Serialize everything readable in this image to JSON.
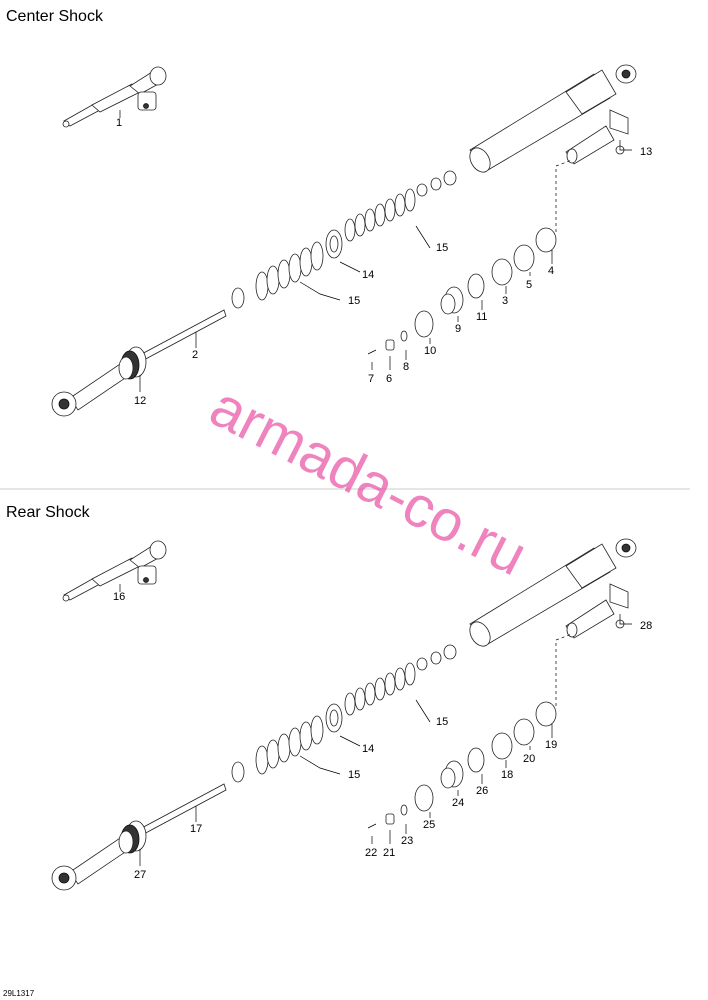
{
  "sections": [
    {
      "title": "Center Shock",
      "callouts": {
        "cartridge": "1",
        "shaft": "2",
        "bumper_cap": "3",
        "seal_disc": "4",
        "oring_large": "5",
        "nut": "6",
        "pin": "7",
        "washer_small": "8",
        "piston": "9",
        "oring_piston": "10",
        "disc_piston": "11",
        "bushing_ring": "12",
        "valve_cap": "13",
        "spring_seat": "14",
        "spring_upper": "15",
        "spring_lower": "15"
      }
    },
    {
      "title": "Rear Shock",
      "callouts": {
        "cartridge": "16",
        "shaft": "17",
        "bumper_cap": "18",
        "seal_disc": "19",
        "oring_large": "20",
        "nut": "21",
        "pin": "22",
        "washer_small": "23",
        "piston": "24",
        "oring_piston": "25",
        "disc_piston": "26",
        "bushing_ring": "27",
        "valve_cap": "28",
        "spring_seat": "14",
        "spring_upper": "15",
        "spring_lower": "15"
      }
    }
  ],
  "watermark": "armada-co.ru",
  "figure_code": "29L1317"
}
